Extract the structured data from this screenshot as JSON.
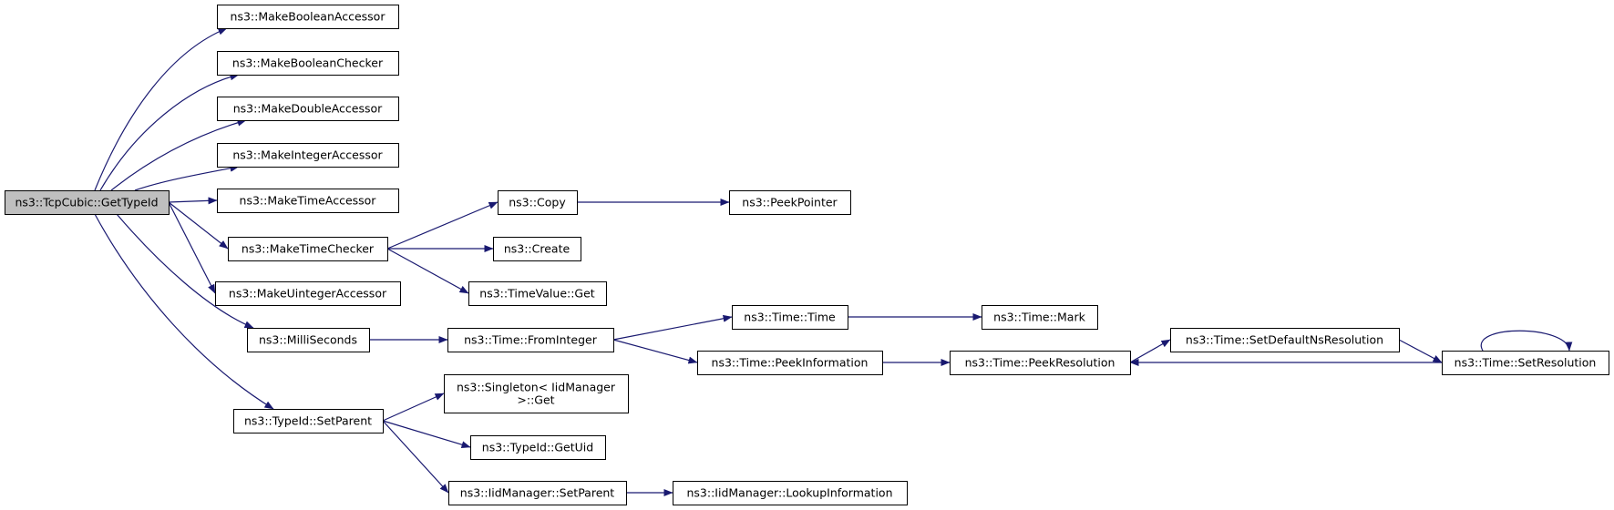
{
  "colors": {
    "edge": "#191970",
    "node_border": "#000000",
    "node_fill": "#ffffff",
    "root_fill": "#bfbfbf"
  },
  "nodes": [
    {
      "id": "root",
      "lines": [
        "ns3::TcpCubic::GetTypeId"
      ],
      "root": true
    },
    {
      "id": "mba",
      "lines": [
        "ns3::MakeBooleanAccessor"
      ]
    },
    {
      "id": "mbc",
      "lines": [
        "ns3::MakeBooleanChecker"
      ]
    },
    {
      "id": "mda",
      "lines": [
        "ns3::MakeDoubleAccessor"
      ]
    },
    {
      "id": "mia",
      "lines": [
        "ns3::MakeIntegerAccessor"
      ]
    },
    {
      "id": "mta",
      "lines": [
        "ns3::MakeTimeAccessor"
      ]
    },
    {
      "id": "mtc",
      "lines": [
        "ns3::MakeTimeChecker"
      ]
    },
    {
      "id": "mua",
      "lines": [
        "ns3::MakeUintegerAccessor"
      ]
    },
    {
      "id": "ms",
      "lines": [
        "ns3::MilliSeconds"
      ]
    },
    {
      "id": "sp",
      "lines": [
        "ns3::TypeId::SetParent"
      ]
    },
    {
      "id": "copy",
      "lines": [
        "ns3::Copy"
      ]
    },
    {
      "id": "create",
      "lines": [
        "ns3::Create"
      ]
    },
    {
      "id": "tvget",
      "lines": [
        "ns3::TimeValue::Get"
      ]
    },
    {
      "id": "fromint",
      "lines": [
        "ns3::Time::FromInteger"
      ]
    },
    {
      "id": "sget",
      "lines": [
        "ns3::Singleton< IidManager",
        ">::Get"
      ]
    },
    {
      "id": "getuid",
      "lines": [
        "ns3::TypeId::GetUid"
      ]
    },
    {
      "id": "iidsp",
      "lines": [
        "ns3::IidManager::SetParent"
      ]
    },
    {
      "id": "peekptr",
      "lines": [
        "ns3::PeekPointer"
      ]
    },
    {
      "id": "time",
      "lines": [
        "ns3::Time::Time"
      ]
    },
    {
      "id": "peekinfo",
      "lines": [
        "ns3::Time::PeekInformation"
      ]
    },
    {
      "id": "lookup",
      "lines": [
        "ns3::IidManager::LookupInformation"
      ]
    },
    {
      "id": "mark",
      "lines": [
        "ns3::Time::Mark"
      ]
    },
    {
      "id": "peekres",
      "lines": [
        "ns3::Time::PeekResolution"
      ]
    },
    {
      "id": "setdef",
      "lines": [
        "ns3::Time::SetDefaultNsResolution"
      ]
    },
    {
      "id": "setres",
      "lines": [
        "ns3::Time::SetResolution"
      ]
    }
  ],
  "edges": [
    {
      "from": "root",
      "to": "mba"
    },
    {
      "from": "root",
      "to": "mbc"
    },
    {
      "from": "root",
      "to": "mda"
    },
    {
      "from": "root",
      "to": "mia"
    },
    {
      "from": "root",
      "to": "mta"
    },
    {
      "from": "root",
      "to": "mtc"
    },
    {
      "from": "root",
      "to": "mua"
    },
    {
      "from": "root",
      "to": "ms"
    },
    {
      "from": "root",
      "to": "sp"
    },
    {
      "from": "mtc",
      "to": "copy"
    },
    {
      "from": "mtc",
      "to": "create"
    },
    {
      "from": "mtc",
      "to": "tvget"
    },
    {
      "from": "copy",
      "to": "peekptr"
    },
    {
      "from": "ms",
      "to": "fromint"
    },
    {
      "from": "fromint",
      "to": "time"
    },
    {
      "from": "fromint",
      "to": "peekinfo"
    },
    {
      "from": "time",
      "to": "mark"
    },
    {
      "from": "peekinfo",
      "to": "peekres"
    },
    {
      "from": "peekres",
      "to": "setdef"
    },
    {
      "from": "setdef",
      "to": "setres"
    },
    {
      "from": "setres",
      "to": "peekres"
    },
    {
      "from": "setres",
      "to": "setres"
    },
    {
      "from": "sp",
      "to": "sget"
    },
    {
      "from": "sp",
      "to": "getuid"
    },
    {
      "from": "sp",
      "to": "iidsp"
    },
    {
      "from": "iidsp",
      "to": "lookup"
    }
  ]
}
